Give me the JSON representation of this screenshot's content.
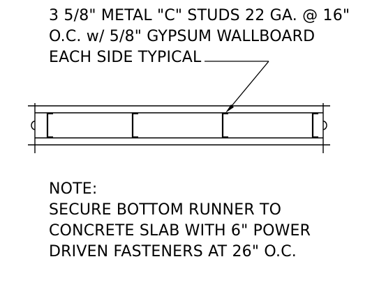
{
  "callout": {
    "lines": [
      "3 5/8\" METAL \"C\" STUDS 22 GA. @ 16\"",
      "O.C. w/ 5/8\" GYPSUM WALLBOARD",
      "EACH SIDE TYPICAL"
    ]
  },
  "note": {
    "heading": "NOTE:",
    "lines": [
      "SECURE BOTTOM RUNNER TO",
      "CONCRETE SLAB WITH 6\" POWER",
      "DRIVEN FASTENERS AT 26\" O.C."
    ]
  },
  "colors": {
    "ink": "#000000",
    "background": "#ffffff"
  }
}
